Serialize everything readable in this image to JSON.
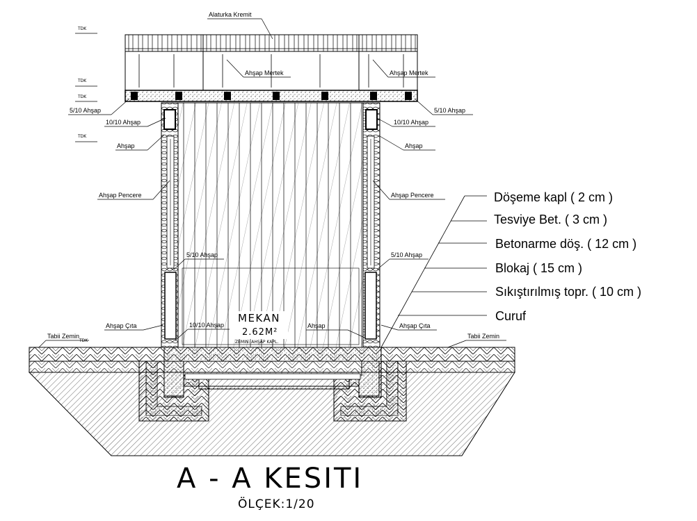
{
  "roof": {
    "label": "Alaturka Kremit"
  },
  "rafter_left": {
    "label": "Ahşap Mertek"
  },
  "rafter_right": {
    "label": "Ahşap Mertek"
  },
  "beam_5_10_left": {
    "label": "5/10 Ahşap"
  },
  "beam_5_10_right": {
    "label": "5/10 Ahşap"
  },
  "post_10_10_left": {
    "label": "10/10 Ahşap"
  },
  "post_10_10_right": {
    "label": "10/10 Ahşap"
  },
  "wood_left": {
    "label": "Ahşap"
  },
  "wood_right": {
    "label": "Ahşap"
  },
  "window_left": {
    "label": "Ahşap Pencere"
  },
  "window_right": {
    "label": "Ahşap Pencere"
  },
  "sill_5_10_left": {
    "label": "5/10 Ahşap"
  },
  "sill_5_10_right": {
    "label": "5/10 Ahşap"
  },
  "batten_left": {
    "label": "Ahşap Çıta"
  },
  "batten_right": {
    "label": "Ahşap Çıta"
  },
  "post_bottom_left": {
    "label": "10/10 Ahşap"
  },
  "wood_bottom_right": {
    "label": "Ahşap"
  },
  "ground_left": {
    "label": "Tabii Zemin"
  },
  "ground_right": {
    "label": "Tabii Zemin"
  },
  "level_marks": [
    "TDK",
    "TDK",
    "TDK",
    "TDK",
    "TDK"
  ],
  "room": {
    "name": "MEKAN",
    "area": "2.62M²",
    "floor_note": "ZEMIN: AHŞAP KAPL."
  },
  "floor_layers": [
    "Döşeme kapl ( 2 cm )",
    "Tesviye Bet. ( 3 cm )",
    "Betonarme döş. ( 12 cm )",
    "Blokaj ( 15 cm )",
    "Sıkıştırılmış topr. ( 10 cm )",
    "Curuf"
  ],
  "section": {
    "title": "A - A KESITI",
    "scale": "ÖLÇEK:1/20"
  },
  "colors": {
    "line": "#000000",
    "background": "#ffffff"
  }
}
